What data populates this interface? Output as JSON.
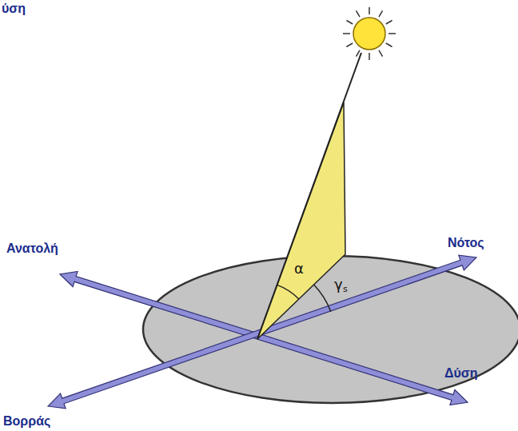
{
  "diagram": {
    "labels": [
      "ύση",
      "Ανατολή",
      "Νότος",
      "Δύση",
      "Βορράς",
      "α",
      "γ",
      "s"
    ]
  }
}
